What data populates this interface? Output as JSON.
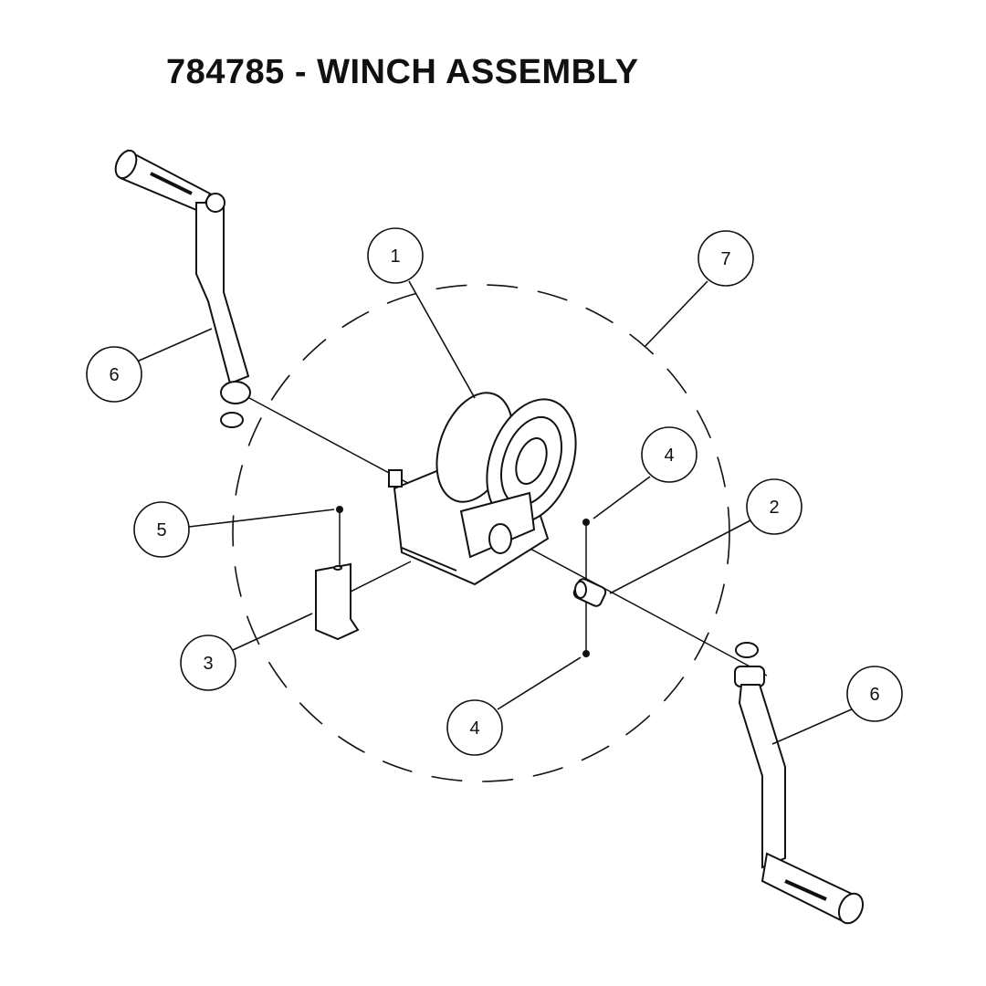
{
  "title": "784785 - WINCH ASSEMBLY",
  "balloons": {
    "b1": "1",
    "b2": "2",
    "b3": "3",
    "b4a": "4",
    "b4b": "4",
    "b5": "5",
    "b6a": "6",
    "b6b": "6",
    "b7": "7"
  }
}
